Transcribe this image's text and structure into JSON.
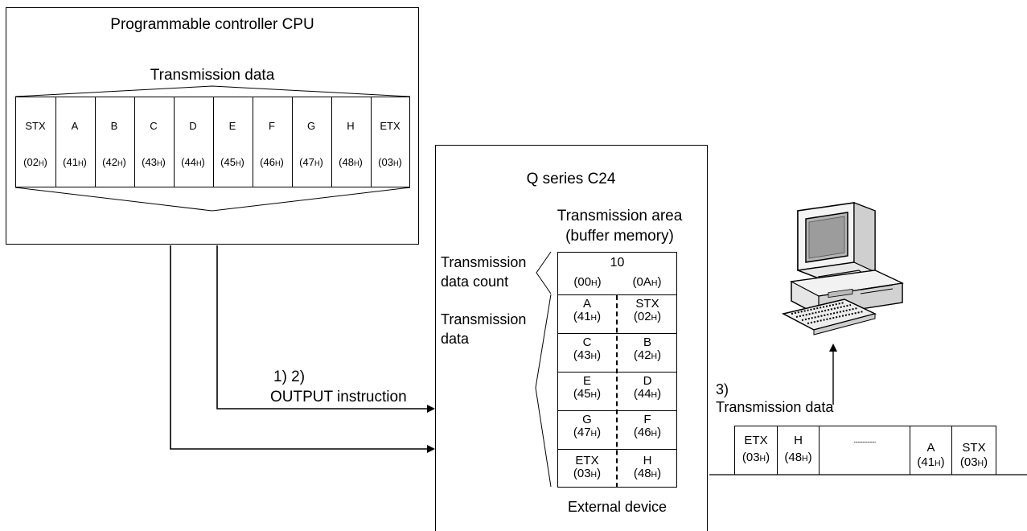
{
  "plc": {
    "title": "Programmable controller CPU",
    "data_label": "Transmission data",
    "bytes": [
      {
        "char": "STX",
        "hex": "(02H)"
      },
      {
        "char": "A",
        "hex": "(41H)"
      },
      {
        "char": "B",
        "hex": "(42H)"
      },
      {
        "char": "C",
        "hex": "(43H)"
      },
      {
        "char": "D",
        "hex": "(44H)"
      },
      {
        "char": "E",
        "hex": "(45H)"
      },
      {
        "char": "F",
        "hex": "(46H)"
      },
      {
        "char": "G",
        "hex": "(47H)"
      },
      {
        "char": "H",
        "hex": "(48H)"
      },
      {
        "char": "ETX",
        "hex": "(03H)"
      }
    ]
  },
  "module": {
    "title": "Q series C24",
    "area_label_1": "Transmission area",
    "area_label_2": "(buffer memory)",
    "footer": "External device",
    "count_label_1": "Transmission",
    "count_label_2": "data count",
    "data_label_1": "Transmission",
    "data_label_2": "data",
    "count_value": "10",
    "count_hex_left": "(00H)",
    "count_hex_right": "(0AH)",
    "rows": [
      {
        "left": "A",
        "left_hex": "(41H)",
        "right": "STX",
        "right_hex": "(02H)"
      },
      {
        "left": "C",
        "left_hex": "(43H)",
        "right": "B",
        "right_hex": "(42H)"
      },
      {
        "left": "E",
        "left_hex": "(45H)",
        "right": "D",
        "right_hex": "(44H)"
      },
      {
        "left": "G",
        "left_hex": "(47H)",
        "right": "F",
        "right_hex": "(46H)"
      },
      {
        "left": "ETX",
        "left_hex": "(03H)",
        "right": "H",
        "right_hex": "(48H)"
      }
    ]
  },
  "flow": {
    "step_12": "1) 2)",
    "instruction": "OUTPUT instruction",
    "step_3": "3)",
    "tx_label": "Transmission data"
  },
  "packet": [
    {
      "char": "ETX",
      "hex": "(03H)"
    },
    {
      "char": "H",
      "hex": "(48H)"
    },
    {
      "char": "..................",
      "hex": ""
    },
    {
      "char": "A",
      "hex": "(41H)"
    },
    {
      "char": "STX",
      "hex": "(03H)"
    }
  ],
  "icons": {
    "computer": "desktop-computer-icon"
  }
}
